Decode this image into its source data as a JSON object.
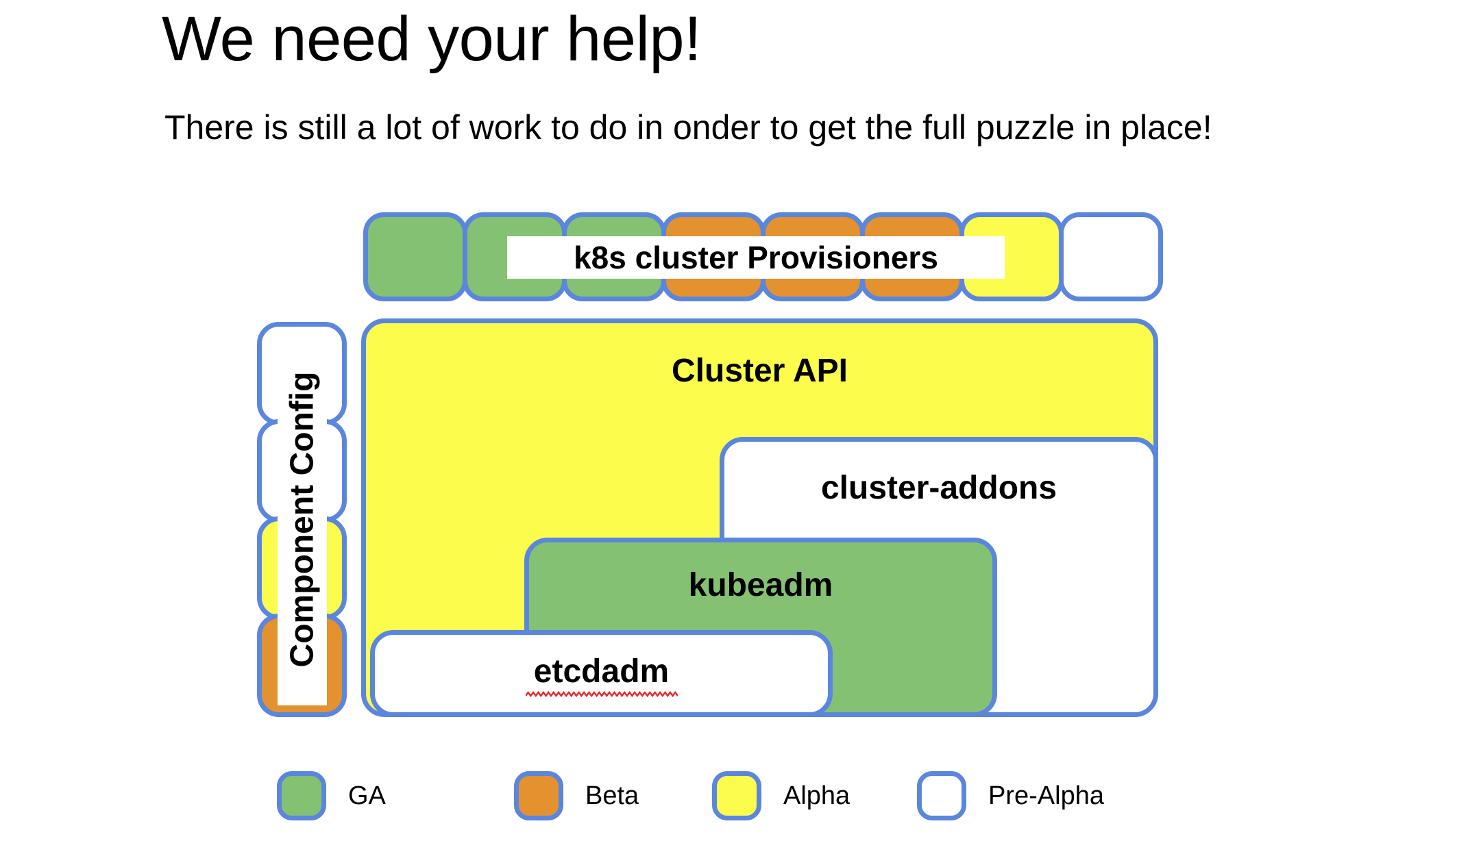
{
  "slide": {
    "title": "We need your help!",
    "subtitle": "There is still a lot of work to do in onder to get the full puzzle in place!"
  },
  "colors": {
    "border_blue": "#5b86dd",
    "ga_green": "#85c172",
    "beta_orange": "#e3922f",
    "alpha_yellow": "#fcfc4c",
    "prealpha_white": "#ffffff",
    "spellcheck_red": "#e8252a"
  },
  "provisioners": {
    "label": "k8s cluster Provisioners",
    "boxes": [
      {
        "status": "ga"
      },
      {
        "status": "ga"
      },
      {
        "status": "ga"
      },
      {
        "status": "beta"
      },
      {
        "status": "beta"
      },
      {
        "status": "beta"
      },
      {
        "status": "alpha"
      },
      {
        "status": "prealpha"
      }
    ]
  },
  "component_config": {
    "label": "Component Config",
    "boxes": [
      {
        "status": "prealpha"
      },
      {
        "status": "prealpha"
      },
      {
        "status": "alpha"
      },
      {
        "status": "beta"
      }
    ]
  },
  "stack": {
    "cluster_api": {
      "label": "Cluster API",
      "status": "alpha"
    },
    "cluster_addons": {
      "label": "cluster-addons",
      "status": "prealpha"
    },
    "kubeadm": {
      "label": "kubeadm",
      "status": "ga"
    },
    "etcdadm": {
      "label": "etcdadm",
      "status": "prealpha",
      "spellcheck_underline": true
    }
  },
  "legend": {
    "items": [
      {
        "label": "GA",
        "status": "ga"
      },
      {
        "label": "Beta",
        "status": "beta"
      },
      {
        "label": "Alpha",
        "status": "alpha"
      },
      {
        "label": "Pre-Alpha",
        "status": "prealpha"
      }
    ]
  }
}
